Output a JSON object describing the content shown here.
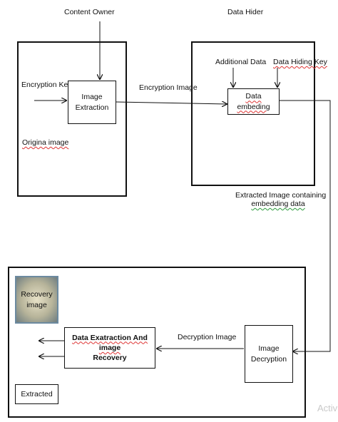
{
  "labels": {
    "content_owner": "Content Owner",
    "data_hider": "Data Hider",
    "encryption_key": "Encryption Key",
    "original_image": "Origina image",
    "encryption_image": "Encryption Image",
    "additional_data": "Additional Data",
    "data_hiding_key": "Data Hiding Key",
    "extracted_line1": "Extracted Image containing",
    "extracted_line2": "embedding data",
    "decryption_image": "Decryption Image",
    "watermark": "Activ"
  },
  "boxes": {
    "image_extraction": {
      "line1": "Image",
      "line2": "Extraction"
    },
    "data_embedding": {
      "text": "Data embeding"
    },
    "image_decryption": {
      "line1": "Image",
      "line2": "Decryption"
    },
    "data_extraction": {
      "line1": "Data Exatraction And image",
      "line2": "Recovery"
    },
    "recovery_image": {
      "line1": "Recovery",
      "line2": "image"
    },
    "extracted": {
      "text": "Extracted"
    }
  }
}
